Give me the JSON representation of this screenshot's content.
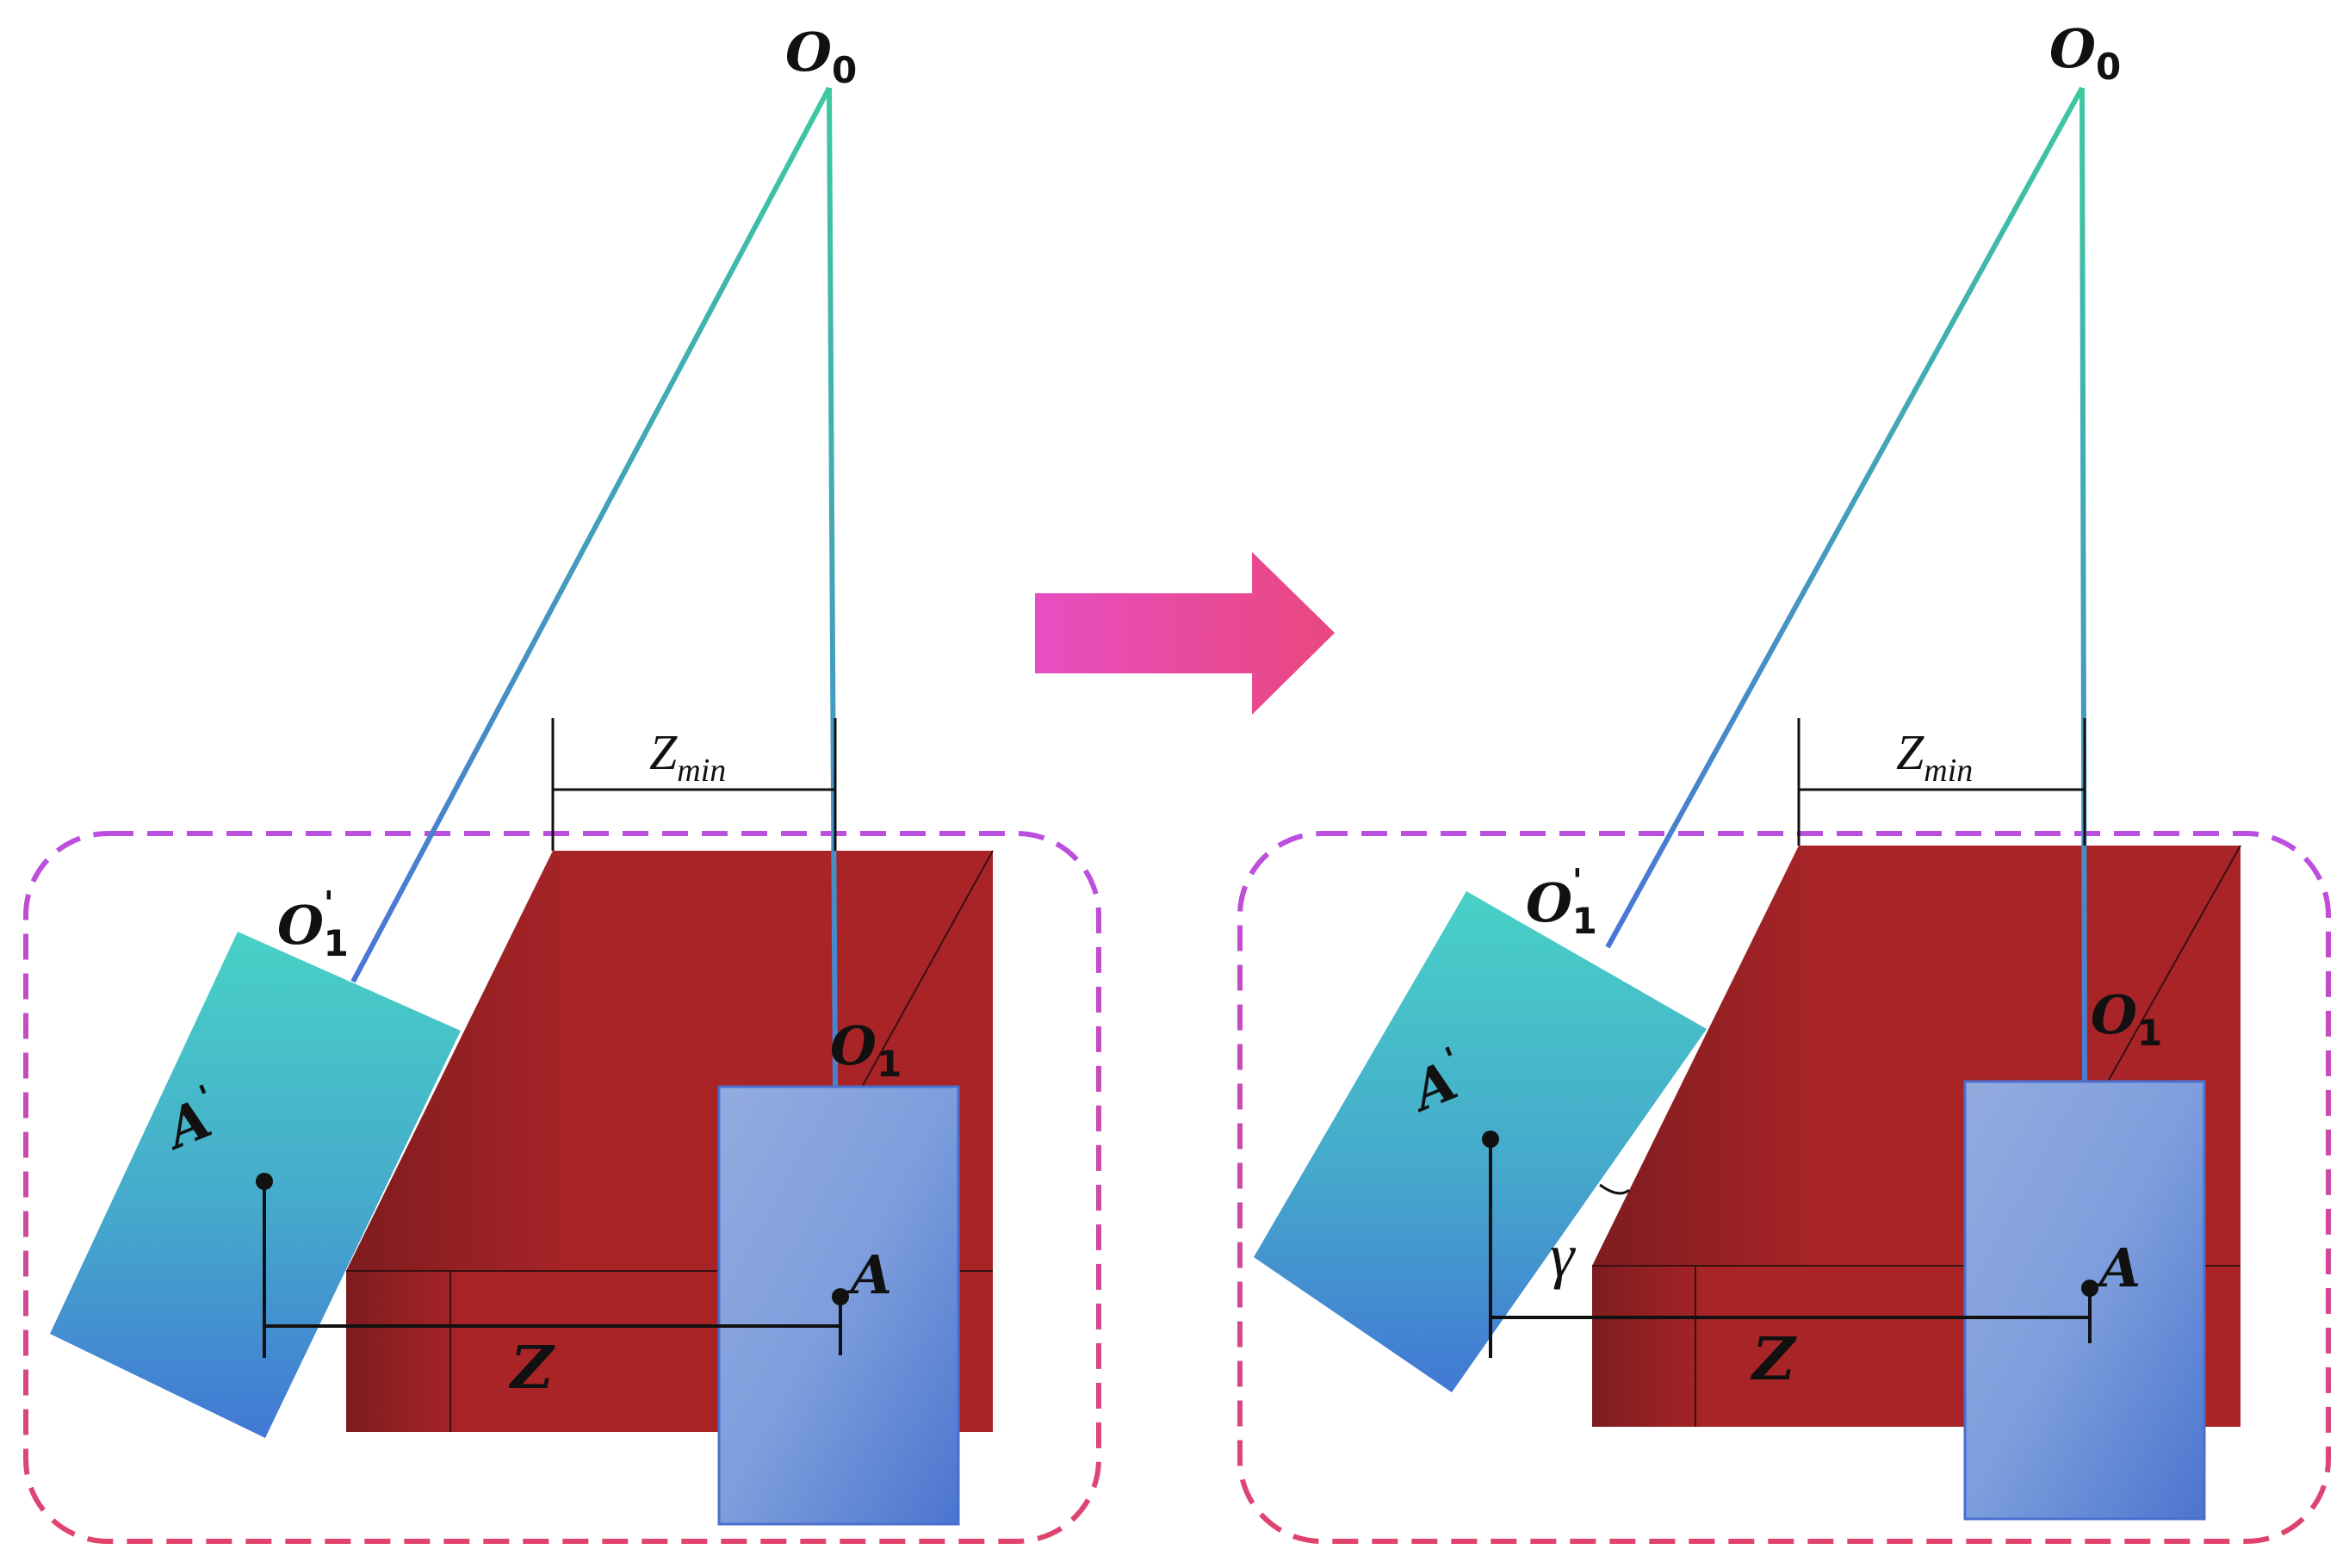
{
  "labels": {
    "o0": "O",
    "o0_sub": "0",
    "o1": "O",
    "o1_sub": "1",
    "o1p": "O",
    "o1p_sup": "'",
    "o1p_sub": "1",
    "a": "A",
    "ap": "A",
    "ap_sup": "'",
    "z": "Z",
    "zmin": "Z",
    "zmin_sub": "min",
    "gamma": "γ"
  },
  "colors": {
    "red_block": "#a82427",
    "red_block_dark": "#7e1c1f",
    "blue_box_light": "#93acdf",
    "blue_box_dark": "#4b75cf",
    "teal_box_light": "#48d1c6",
    "teal_box_dark": "#4278d4",
    "cable_top": "#3dc9a0",
    "cable_bottom": "#4a74d8",
    "dashed_frame_top": "#bb4fe0",
    "dashed_frame_bottom": "#e0446c",
    "arrow_left": "#e84ec1",
    "arrow_right": "#e8477e"
  }
}
